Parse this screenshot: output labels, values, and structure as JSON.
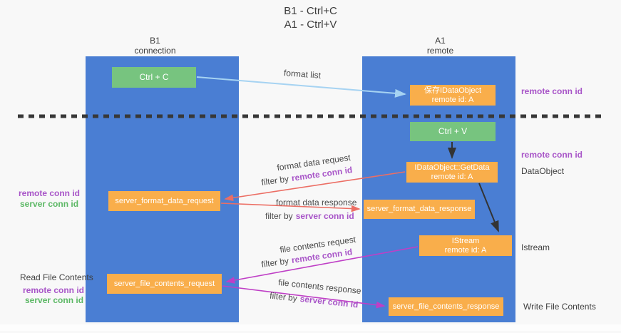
{
  "title": {
    "line1": "B1 - Ctrl+C",
    "line2": "A1 - Ctrl+V"
  },
  "lanes": {
    "left": {
      "name": "B1",
      "subtitle": "connection"
    },
    "right": {
      "name": "A1",
      "subtitle": "remote"
    }
  },
  "nodes": {
    "ctrl_c": "Ctrl + C",
    "ctrl_v": "Ctrl + V",
    "save_dataobject": {
      "line1": "保存IDataObject",
      "line2": "remote id: A"
    },
    "getdata": {
      "line1": "IDataObject::GetData",
      "line2": "remote id: A"
    },
    "istream": {
      "line1": "IStream",
      "line2": "remote id: A"
    },
    "server_format_data_request": "server_format_data_request",
    "server_format_data_response": "server_format_data_response",
    "server_file_contents_request": "server_file_contents_request",
    "server_file_contents_response": "server_file_contents_response"
  },
  "flow": {
    "format_list": "format list",
    "format_data_request": "format data request",
    "format_data_response": "format data response",
    "file_contents_request": "file contents request",
    "file_contents_response": "file contents response",
    "filter_by": "filter by",
    "remote_conn_id": "remote conn id",
    "server_conn_id": "server conn id"
  },
  "side": {
    "remote_conn_id": "remote conn id",
    "server_conn_id": "server conn id",
    "dataobject": "DataObject",
    "istream": "Istream",
    "read_file_contents": "Read File Contents",
    "write_file_contents": "Write File Contents"
  },
  "colors": {
    "lane_blue": "#4a7ed3",
    "box_green": "#77c47f",
    "box_orange": "#f9ae4b",
    "arrow_light_blue": "#a6d3f2",
    "arrow_salmon": "#ec6e64",
    "arrow_magenta": "#bf3fc6",
    "arrow_black": "#333333",
    "label_purple": "#a855c8",
    "label_green": "#5cb865",
    "dashed_line": "#383838",
    "background": "#f8f8f8"
  }
}
